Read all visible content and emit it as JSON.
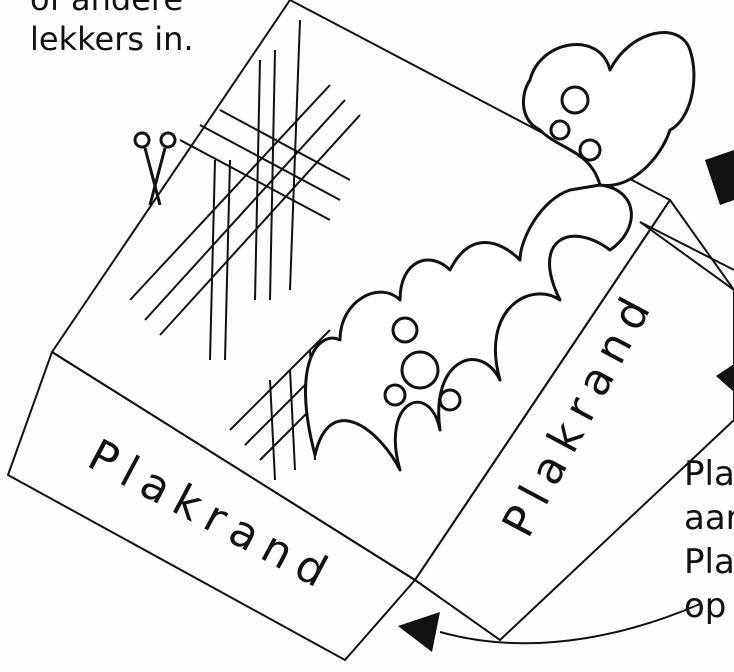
{
  "instructions_top": {
    "line1": "of andere",
    "line2": "lekkers in."
  },
  "instructions_right": {
    "line1": "Pla",
    "line2": "aar",
    "line3": "Pla",
    "line4": "op"
  },
  "glue_flap_labels": {
    "left": "Plakrand",
    "right": "Plakrand"
  },
  "colors": {
    "line": "#111111",
    "paper": "#fdfdfd"
  },
  "icons": {
    "scissors": "scissors-icon",
    "arrow_bottom": "arrow-left-icon",
    "arrow_right": "arrow-head-icon"
  }
}
